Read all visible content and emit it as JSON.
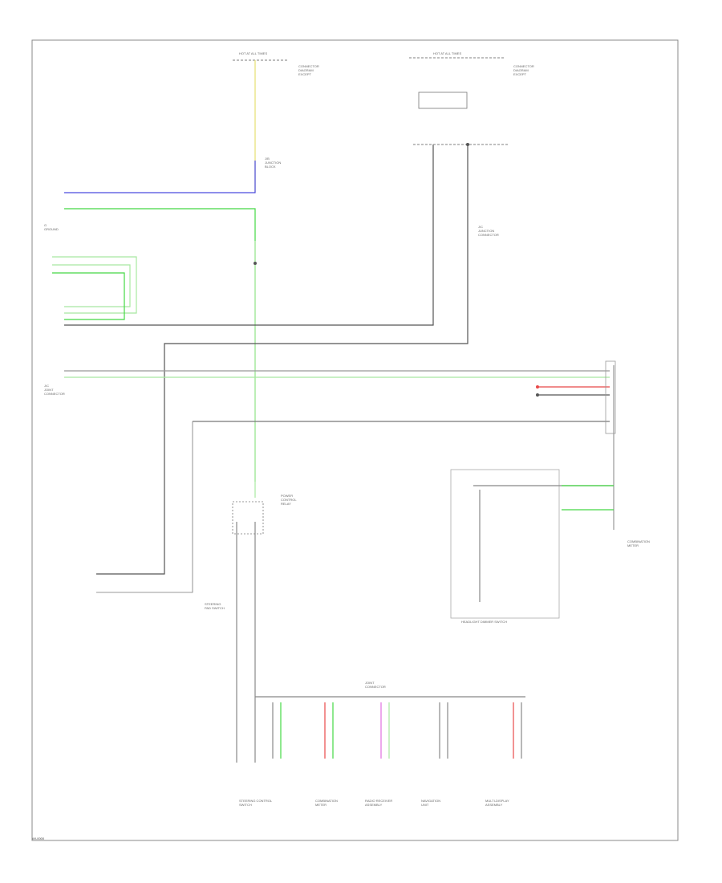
{
  "diagram": {
    "footer_code": "WI-0000",
    "wire_colors": {
      "blue": "#4a4adf",
      "green": "#44d844",
      "light_green": "#a8e8a0",
      "yellow": "#e6e070",
      "red": "#e84848",
      "pink": "#e070e0",
      "gray": "#555555"
    },
    "labels": {
      "top_left_fuse": "HOT AT ALL TIMES",
      "top_left_note": "CONNECTOR\nDIAGRAM\nEXCEPT",
      "top_right_fuse": "HOT AT ALL TIMES",
      "top_right_note": "CONNECTOR\nDIAGRAM\nEXCEPT",
      "junction_top": "J/B\nJUNCTION\nBLOCK",
      "left_ground": "G\nGROUND",
      "left_connector": "J/C\nJOINT\nCONNECTOR",
      "junction_right": "J/C\nJUNCTION\nCONNECTOR",
      "relay_box": "POWER\nCONTROL\nRELAY",
      "switch_unit": "STEERING\nPAD SWITCH",
      "headlight_switch": "HEADLIGHT DIMMER SWITCH",
      "combination_meter": "COMBINATION\nMETER",
      "bottom_joint": "JOINT\nCONNECTOR",
      "bottom_1": "STEERING CONTROL\nSWITCH",
      "bottom_2": "COMBINATION\nMETER",
      "bottom_3": "RADIO RECEIVER\nASSEMBLY",
      "bottom_4": "NAVIGATION\nUNIT",
      "bottom_5": "MULTI-DISPLAY\nASSEMBLY"
    }
  }
}
